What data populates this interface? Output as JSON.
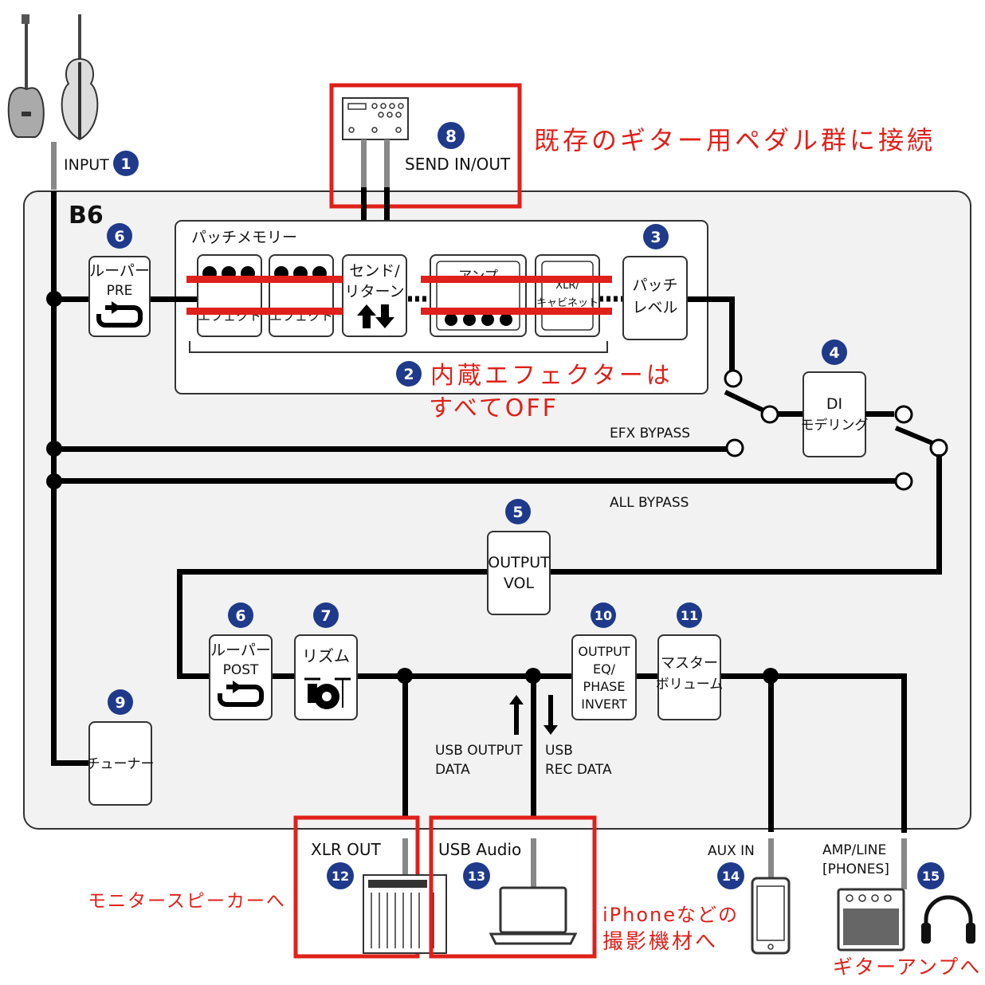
{
  "device": "B6",
  "labels": {
    "input": "INPUT",
    "send": "SEND IN/OUT",
    "patch_memory": "パッチメモリー",
    "looper_pre_1": "ルーパー",
    "looper_pre_2": "PRE",
    "sendret_1": "センド/",
    "sendret_2": "リターン",
    "amp": "アンプ",
    "cab_1": "XLR/",
    "cab_2": "キャビネット",
    "effect1": "エフェクト",
    "effect2": "エフェクト",
    "patch_level_1": "パッチ",
    "patch_level_2": "レベル",
    "di_1": "DI",
    "di_2": "モデリング",
    "efx_bypass": "EFX BYPASS",
    "all_bypass": "ALL BYPASS",
    "output_vol_1": "OUTPUT",
    "output_vol_2": "VOL",
    "looper_post_1": "ルーパー",
    "looper_post_2": "POST",
    "rhythm": "リズム",
    "output_eq_1": "OUTPUT",
    "output_eq_2": "EQ/",
    "output_eq_3": "PHASE",
    "output_eq_4": "INVERT",
    "master_1": "マスター",
    "master_2": "ボリューム",
    "tuner": "チューナー",
    "usb_out_1": "USB OUTPUT",
    "usb_out_2": "DATA",
    "usb_rec_1": "USB",
    "usb_rec_2": "REC DATA",
    "xlr_out": "XLR OUT",
    "usb_audio": "USB Audio",
    "aux_in": "AUX IN",
    "amp_line_1": "AMP/LINE",
    "amp_line_2": "[PHONES]"
  },
  "numbers": {
    "n1": "1",
    "n2": "2",
    "n3": "3",
    "n4": "4",
    "n5": "5",
    "n6a": "6",
    "n6b": "6",
    "n7": "7",
    "n8": "8",
    "n9": "9",
    "n10": "10",
    "n11": "11",
    "n12": "12",
    "n13": "13",
    "n14": "14",
    "n15": "15"
  },
  "annotations": {
    "pedals": "既存のギター用ペダル群に接続",
    "builtin_1": "内蔵エフェクターは",
    "builtin_2": "すべてOFF",
    "monitor": "モニタースピーカーへ",
    "iphone_1": "iPhoneなどの",
    "iphone_2": "撮影機材へ",
    "guitar_amp": "ギターアンプへ"
  },
  "colors": {
    "badge": "#1f3a8a",
    "highlight": "#e0201a",
    "panel": "#f2f2f2",
    "line": "#000000"
  }
}
